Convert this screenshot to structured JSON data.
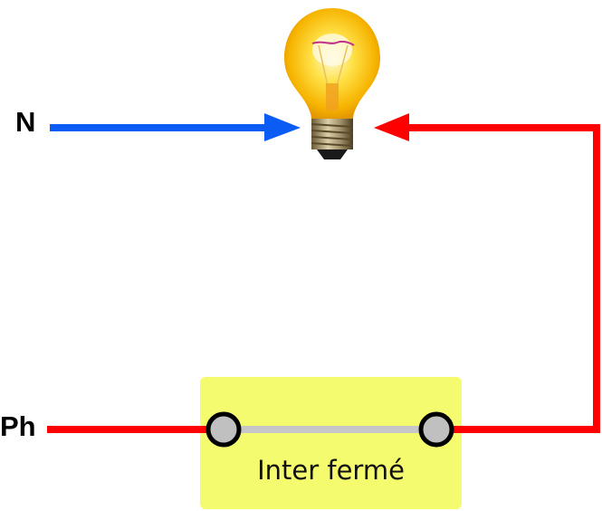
{
  "labels": {
    "neutral": "N",
    "phase": "Ph"
  },
  "switch": {
    "label": "Inter fermé",
    "state": "closed"
  },
  "icons": {
    "lamp": "light-bulb-icon"
  },
  "colors": {
    "neutral_wire": "#0a5cf5",
    "phase_wire": "#ff0000",
    "switch_box": "#f5fb6e",
    "switch_contact": "#c6c6c6",
    "terminal_fill": "#c0c0c0",
    "terminal_stroke": "#000000"
  }
}
